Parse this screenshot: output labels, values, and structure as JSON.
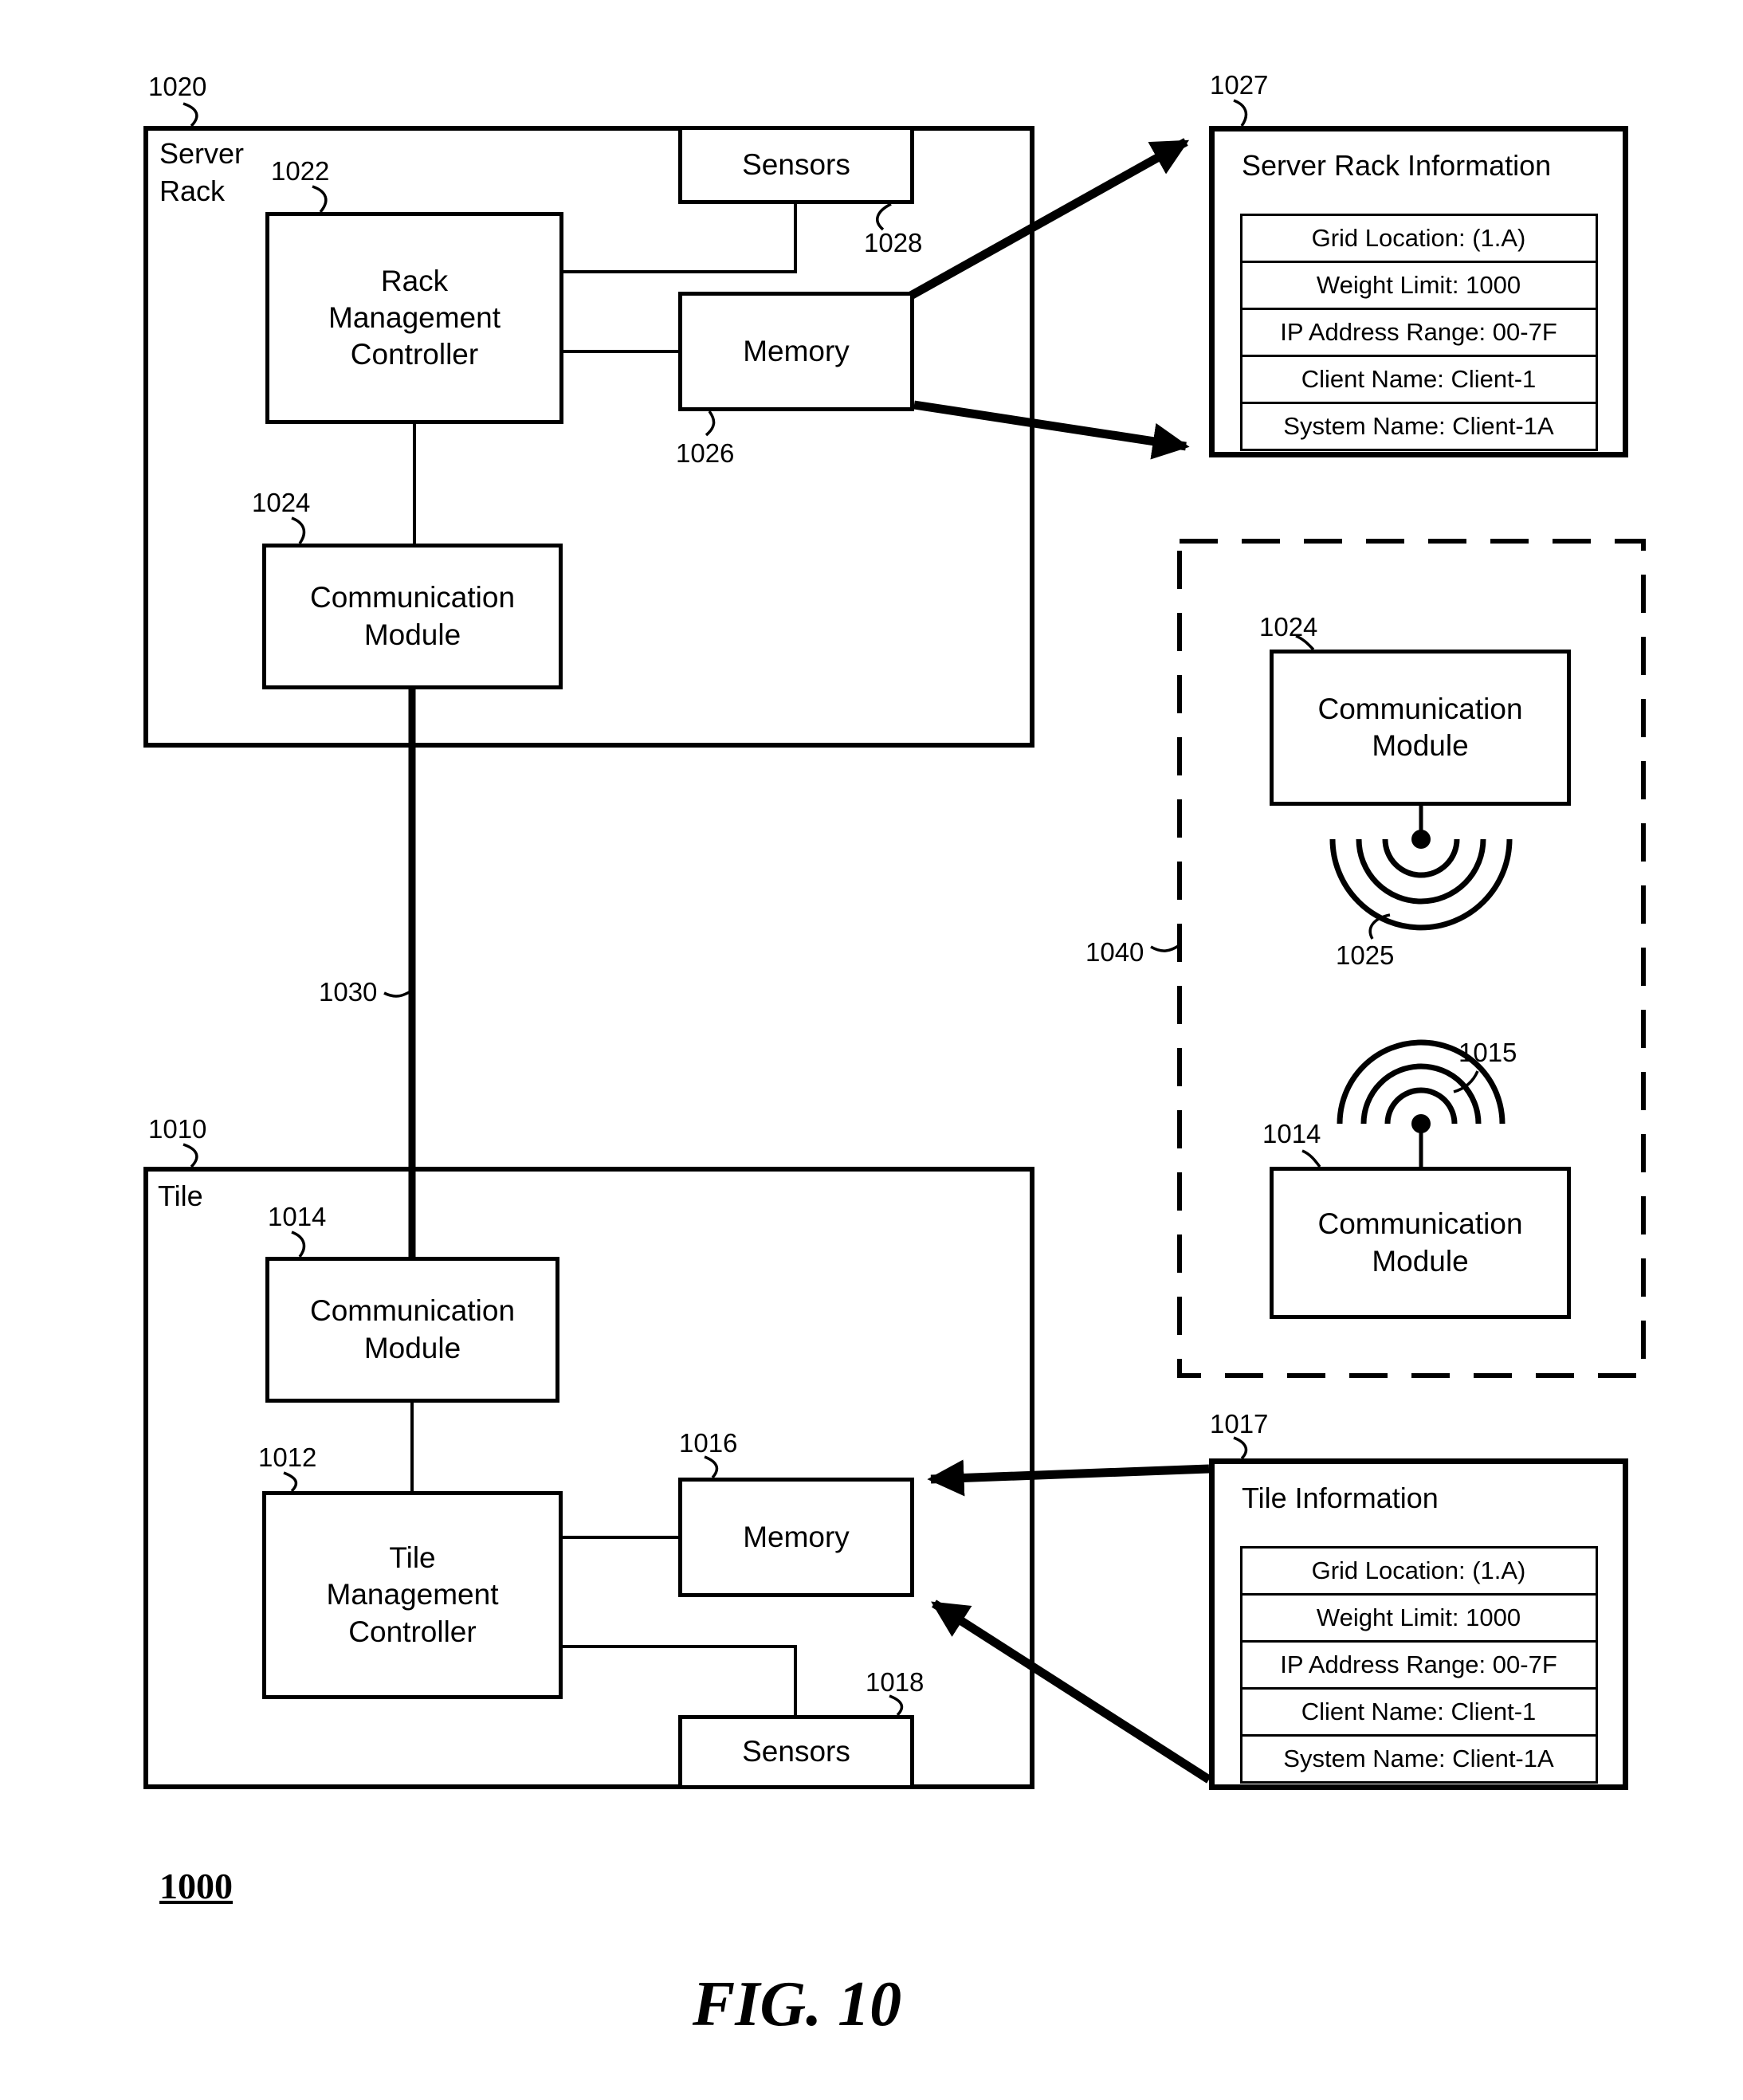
{
  "colors": {
    "ink": "#000000",
    "background": "#ffffff"
  },
  "figure": {
    "number_label": "1000",
    "caption": "FIG. 10"
  },
  "server_rack": {
    "ref": "1020",
    "title": "Server Rack",
    "rack_management_controller": {
      "ref": "1022",
      "label": "Rack Management Controller"
    },
    "sensors": {
      "ref": "1028",
      "label": "Sensors"
    },
    "memory": {
      "ref": "1026",
      "label": "Memory"
    },
    "communication_module": {
      "ref": "1024",
      "label": "Communication Module"
    }
  },
  "rack_info_panel": {
    "ref": "1027",
    "title": "Server Rack Information",
    "rows": [
      "Grid Location: (1.A)",
      "Weight Limit: 1000",
      "IP Address Range: 00-7F",
      "Client Name: Client-1",
      "System Name: Client-1A"
    ]
  },
  "wireless_detail": {
    "ref": "1040",
    "rack_communication_module": {
      "ref": "1024",
      "label": "Communication Module"
    },
    "rack_signal_ref": "1025",
    "tile_signal_ref": "1015",
    "tile_communication_module": {
      "ref": "1014",
      "label": "Communication Module"
    }
  },
  "link_ref": "1030",
  "tile": {
    "ref": "1010",
    "title": "Tile",
    "communication_module": {
      "ref": "1014",
      "label": "Communication Module"
    },
    "tile_management_controller": {
      "ref": "1012",
      "label": "Tile Management Controller"
    },
    "memory": {
      "ref": "1016",
      "label": "Memory"
    },
    "sensors": {
      "ref": "1018",
      "label": "Sensors"
    }
  },
  "tile_info_panel": {
    "ref": "1017",
    "title": "Tile Information",
    "rows": [
      "Grid Location: (1.A)",
      "Weight Limit: 1000",
      "IP Address Range: 00-7F",
      "Client Name: Client-1",
      "System Name: Client-1A"
    ]
  }
}
